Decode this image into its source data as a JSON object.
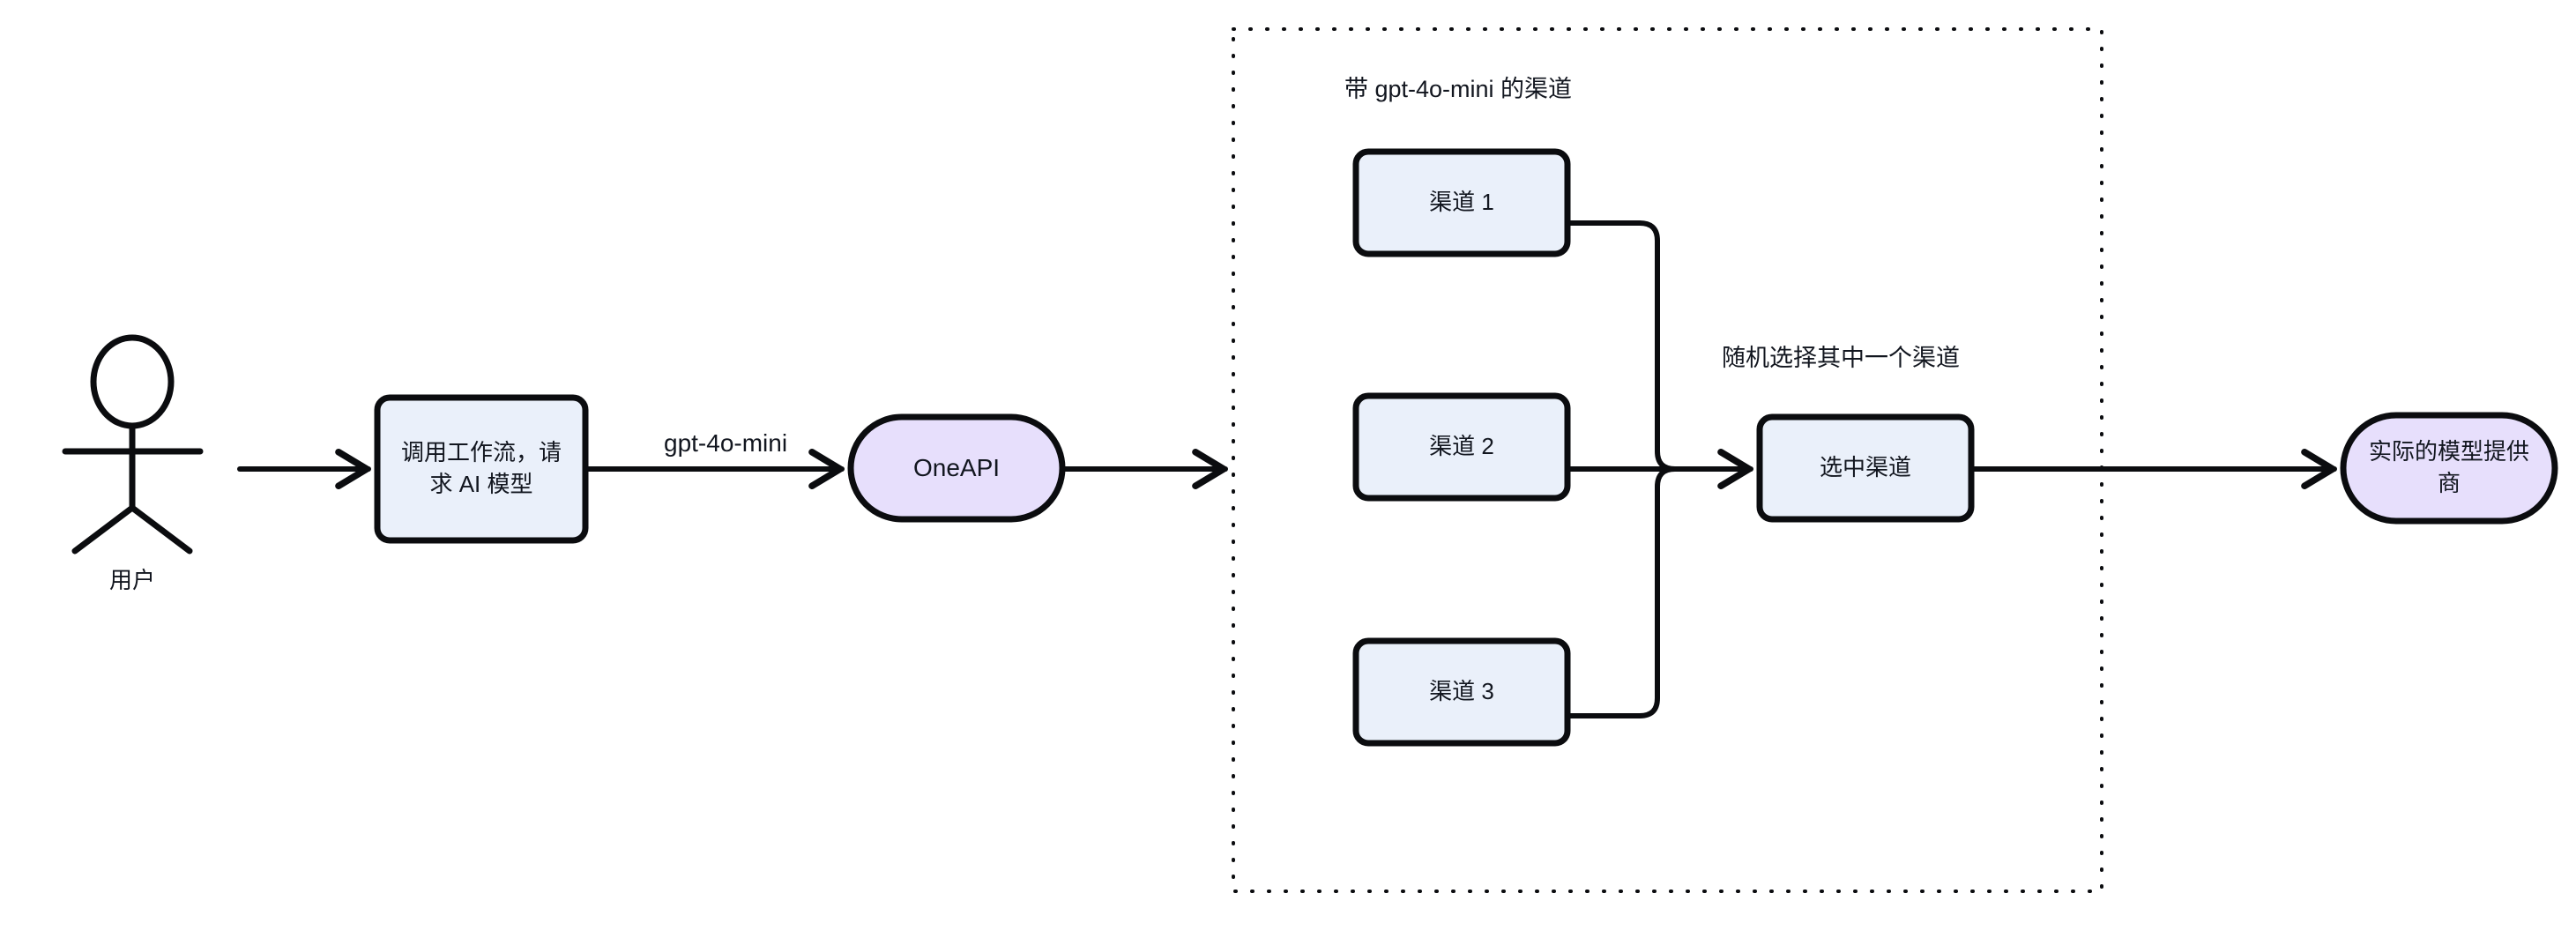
{
  "diagram": {
    "title_hidden": "",
    "colors": {
      "process_fill": "#eaf0fa",
      "process_stroke": "#0b0c0f",
      "terminal_fill": "#e7dffc",
      "terminal_stroke": "#0b0c0f",
      "edge_stroke": "#0b0c0f",
      "group_border": "#0b0c0f",
      "text": "#12161f",
      "background": "#ffffff"
    },
    "actor": {
      "name": "user-actor",
      "label": "用户"
    },
    "nodes": [
      {
        "id": "workflow",
        "shape": "rounded-rect",
        "label": "调用工作流，请求 AI 模型"
      },
      {
        "id": "oneapi",
        "shape": "stadium",
        "label": "OneAPI"
      },
      {
        "id": "channel1",
        "shape": "rounded-rect",
        "label": "渠道 1"
      },
      {
        "id": "channel2",
        "shape": "rounded-rect",
        "label": "渠道 2"
      },
      {
        "id": "channel3",
        "shape": "rounded-rect",
        "label": "渠道 3"
      },
      {
        "id": "selected",
        "shape": "rounded-rect",
        "label": "选中渠道"
      },
      {
        "id": "provider",
        "shape": "stadium",
        "label": "实际的模型提供商"
      }
    ],
    "group": {
      "id": "channel-group",
      "style": "dotted",
      "label": "带 gpt-4o-mini 的渠道"
    },
    "edge_labels": [
      {
        "id": "model-name",
        "label": "gpt-4o-mini"
      },
      {
        "id": "random-pick",
        "label": "随机选择其中一个渠道"
      }
    ]
  }
}
